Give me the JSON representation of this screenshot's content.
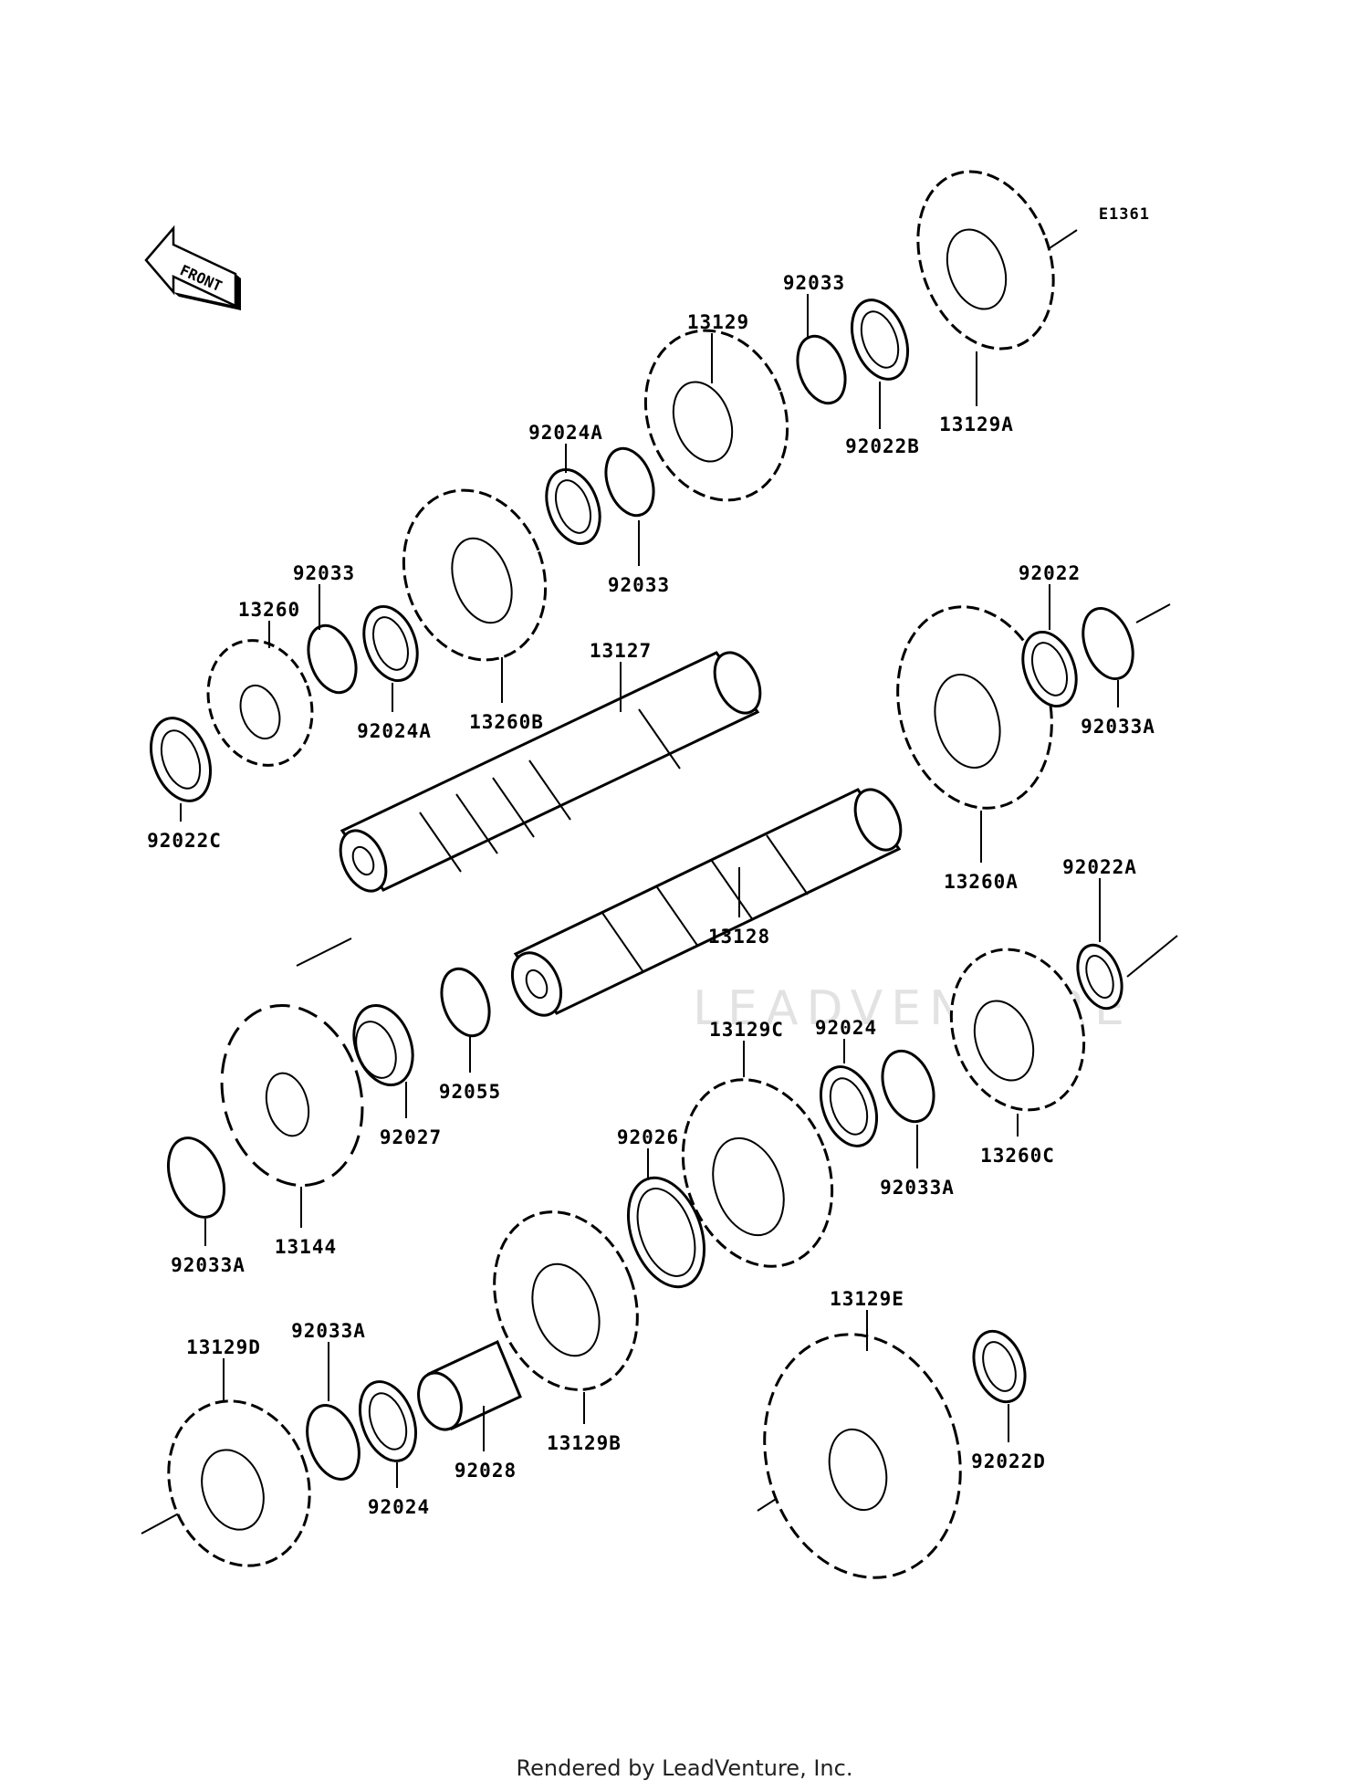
{
  "diagram_code": "E1361",
  "direction_label": "FRONT",
  "watermark": "LEADVENTURE",
  "footer": "Rendered by LeadVenture, Inc.",
  "labels": {
    "p13129A": "13129A",
    "p92022B": "92022B",
    "p92033_top": "92033",
    "p13129": "13129",
    "p92024A_upper": "92024A",
    "p92033_mid": "92033",
    "p92033_left": "92033",
    "p13260": "13260",
    "p92024A_lower": "92024A",
    "p13260B": "13260B",
    "p13127": "13127",
    "p92022C": "92022C",
    "p92022": "92022",
    "p92033A_upper": "92033A",
    "p13260A": "13260A",
    "p13128": "13128",
    "p92022A": "92022A",
    "p92055": "92055",
    "p92027": "92027",
    "p13144": "13144",
    "p92033A_left": "92033A",
    "p13129C": "13129C",
    "p92024_mid": "92024",
    "p92026": "92026",
    "p92033A_mid": "92033A",
    "p13260C": "13260C",
    "p13129B": "13129B",
    "p92028": "92028",
    "p13129D": "13129D",
    "p92033A_lower": "92033A",
    "p92024_lower": "92024",
    "p13129E": "13129E",
    "p92022D": "92022D"
  }
}
